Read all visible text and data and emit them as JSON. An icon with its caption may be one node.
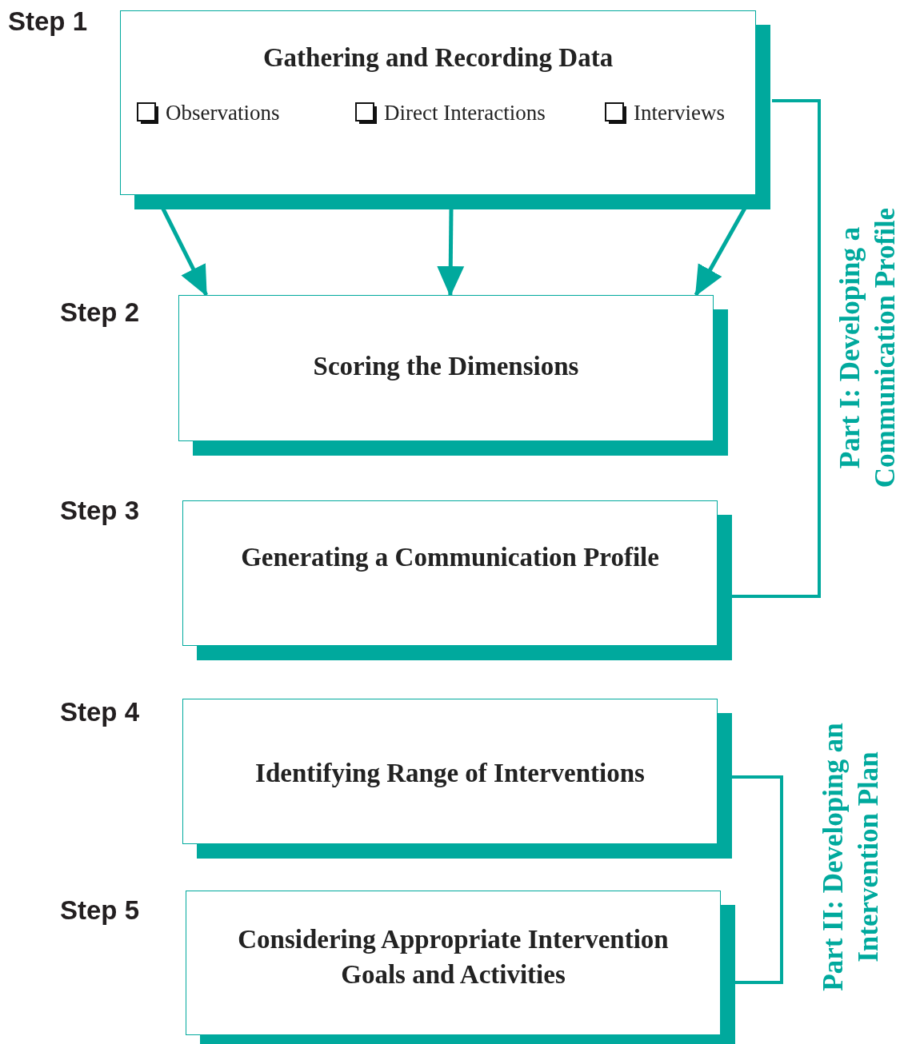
{
  "diagram": {
    "nodes": [
      {
        "text": [
          "Gathering and Recording Data",
          "Observations",
          "Direct Interactions",
          "Interviews"
        ],
        "beside": [
          "Step 1"
        ]
      },
      {
        "text": [
          "Scoring the Dimensions"
        ],
        "beside": [
          "Step 2"
        ]
      },
      {
        "text": [
          "Generating a Communication Profile"
        ],
        "beside": [
          "Step 3"
        ]
      },
      {
        "text": [
          "Identifying Range of Interventions"
        ],
        "beside": [
          "Step 4"
        ]
      },
      {
        "text": [
          "Considering Appropriate Intervention Goals and Activities"
        ],
        "beside": [
          "Step 5"
        ]
      }
    ],
    "edges": [
      {
        "from": 0,
        "to": 1,
        "arrow": "to"
      },
      {
        "from": 0,
        "to": 1,
        "arrow": "to"
      },
      {
        "from": 0,
        "to": 1,
        "arrow": "to"
      }
    ],
    "labels": [
      "Part I: Developing a Communication Profile",
      "Part II: Developing an Intervention Plan"
    ]
  }
}
